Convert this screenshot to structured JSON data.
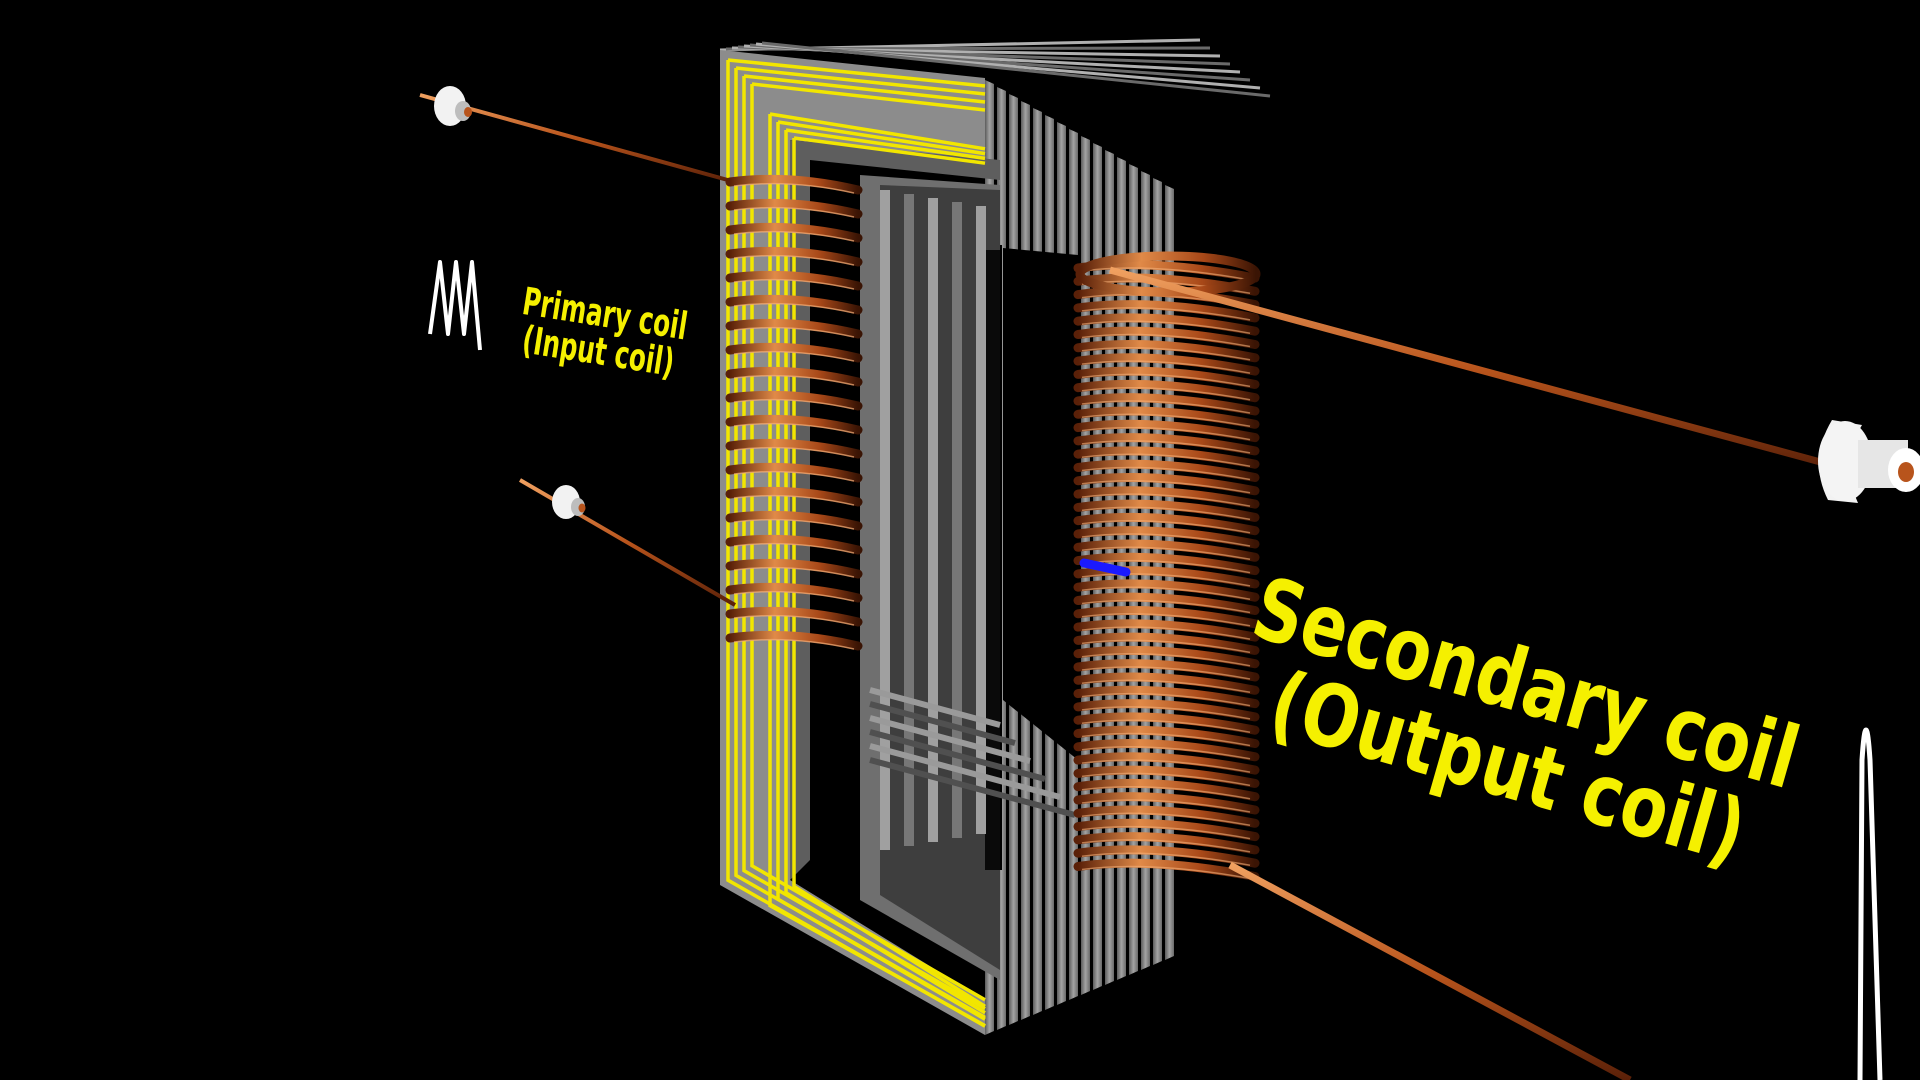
{
  "labels": {
    "primary": {
      "line1": "Primary coil",
      "line2": "(Input coil)"
    },
    "secondary": {
      "line1": "Secondary coil",
      "line2": "(Output coil)"
    }
  },
  "colors": {
    "background": "#000000",
    "label": "#f5f000",
    "core_gray": "#8a8a8a",
    "core_dark": "#4a4a4a",
    "insulation_yellow": "#f2e600",
    "copper": "#b8541c",
    "copper_highlight": "#f0a060",
    "terminal": "#f2f2f2",
    "waveform": "#ffffff",
    "marker": "#1a1aff"
  },
  "icons": {
    "input_wave": "ac-waveform-icon",
    "output_wave": "ac-waveform-icon"
  }
}
